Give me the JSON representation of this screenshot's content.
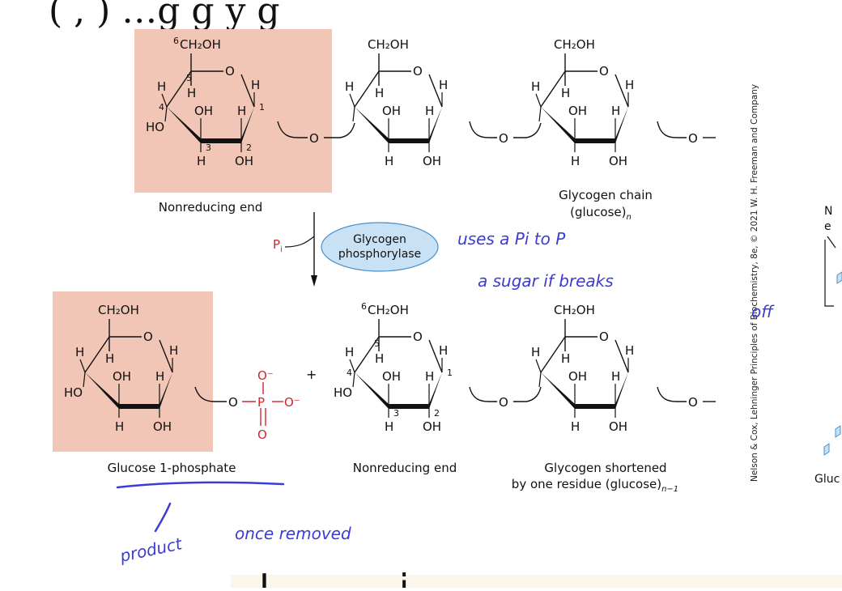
{
  "header": {
    "partial_title": "( , ) …g g y g"
  },
  "bottom_partial_text": "I… … …i… … … … … …",
  "enzyme": {
    "label_line1": "Glycogen",
    "label_line2": "phosphorylase",
    "reagent": "P",
    "reagent_sub": "i"
  },
  "labels": {
    "nonreducing_end_top": "Nonreducing end",
    "glycogen_chain_line1": "Glycogen chain",
    "glycogen_chain_line2": "(glucose)",
    "glycogen_chain_sub": "n",
    "glucose1p": "Glucose 1-phosphate",
    "nonreducing_end_bottom": "Nonreducing end",
    "shortened_line1": "Glycogen shortened",
    "shortened_line2": "by one residue (glucose)",
    "shortened_sub": "n−1",
    "plus": "+"
  },
  "atoms": {
    "ch2oh": "CH₂OH",
    "six": "6",
    "o": "O",
    "h": "H",
    "oh": "OH",
    "ho": "HO",
    "ominus": "O⁻",
    "p": "P"
  },
  "credit": "Nelson & Cox, Lehninger Principles of Biochemistry, 8e, © 2021 W. H. Freeman and Company",
  "annotations": {
    "note1_line1": "uses a Pi to P",
    "note1_line2": "a sugar if breaks",
    "note1_line3": "off",
    "note2_product": "product",
    "note2_removed": "once removed"
  },
  "right_edge": {
    "t1": "N",
    "t2": "e",
    "t3": "Gluc"
  },
  "colors": {
    "highlight": "#f2c6b6",
    "enzyme_fill": "#c9e1f5",
    "enzyme_stroke": "#4a90c8",
    "phosphate": "#d2262b",
    "ink": "#3b3bd6"
  }
}
